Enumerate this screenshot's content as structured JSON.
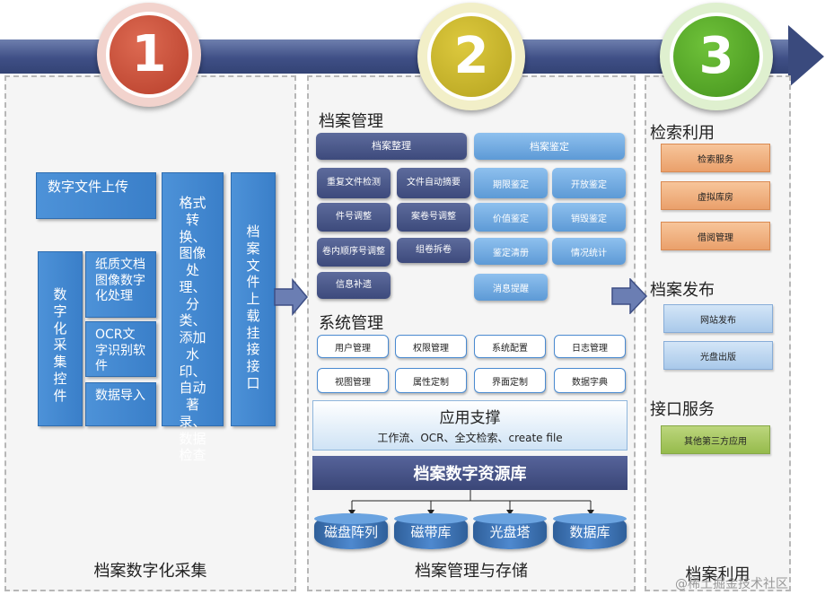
{
  "steps": [
    "1",
    "2",
    "3"
  ],
  "colors": {
    "step1": "#c94a36",
    "step2": "#c9b62a",
    "step3": "#55a827",
    "band": "#3f4f86"
  },
  "panel1": {
    "upload": "数字文件上传",
    "collect_control": "数字化采集控件",
    "paper_digitize": "纸质文档图像数字化处理",
    "ocr": "OCR文字识别软件",
    "data_import": "数据导入",
    "format_process": "格式转换、图像处理、分类、添加水印、自动著录、数据检查",
    "mount": "档案文件上载挂接接口",
    "footer": "档案数字化采集"
  },
  "panel2": {
    "archive_mgmt_title": "档案管理",
    "archive_organize": "档案整理",
    "archive_appraise": "档案鉴定",
    "dup_detect": "重复文件检测",
    "auto_extract": "文件自动摘要",
    "term_appraise": "期限鉴定",
    "open_appraise": "开放鉴定",
    "piece_adjust": "件号调整",
    "volume_adjust": "案卷号调整",
    "value_appraise": "价值鉴定",
    "destroy_appraise": "销毁鉴定",
    "inner_order_adjust": "卷内顺序号调整",
    "group_split": "组卷拆卷",
    "appraise_list": "鉴定清册",
    "stats": "情况统计",
    "info_supplement": "信息补遗",
    "msg_remind": "消息提醒",
    "sys_mgmt_title": "系统管理",
    "user_mgmt": "用户管理",
    "perm_mgmt": "权限管理",
    "sys_config": "系统配置",
    "log_mgmt": "日志管理",
    "view_mgmt": "视图管理",
    "attr_custom": "属性定制",
    "ui_custom": "界面定制",
    "dict": "数据字典",
    "support_title": "应用支撑",
    "support_items": "工作流、OCR、全文检索、create file",
    "repo": "档案数字资源库",
    "storage": [
      "磁盘阵列",
      "磁带库",
      "光盘塔",
      "数据库"
    ],
    "footer": "档案管理与存储"
  },
  "panel3": {
    "retrieval_title": "检索利用",
    "retrieval_service": "检索服务",
    "virtual_room": "虚拟库房",
    "borrow_mgmt": "借阅管理",
    "publish_title": "档案发布",
    "web_publish": "网站发布",
    "disc_publish": "光盘出版",
    "api_title": "接口服务",
    "third_party": "其他第三方应用",
    "footer": "档案利用"
  },
  "watermark": "@稀土掘金技术社区"
}
